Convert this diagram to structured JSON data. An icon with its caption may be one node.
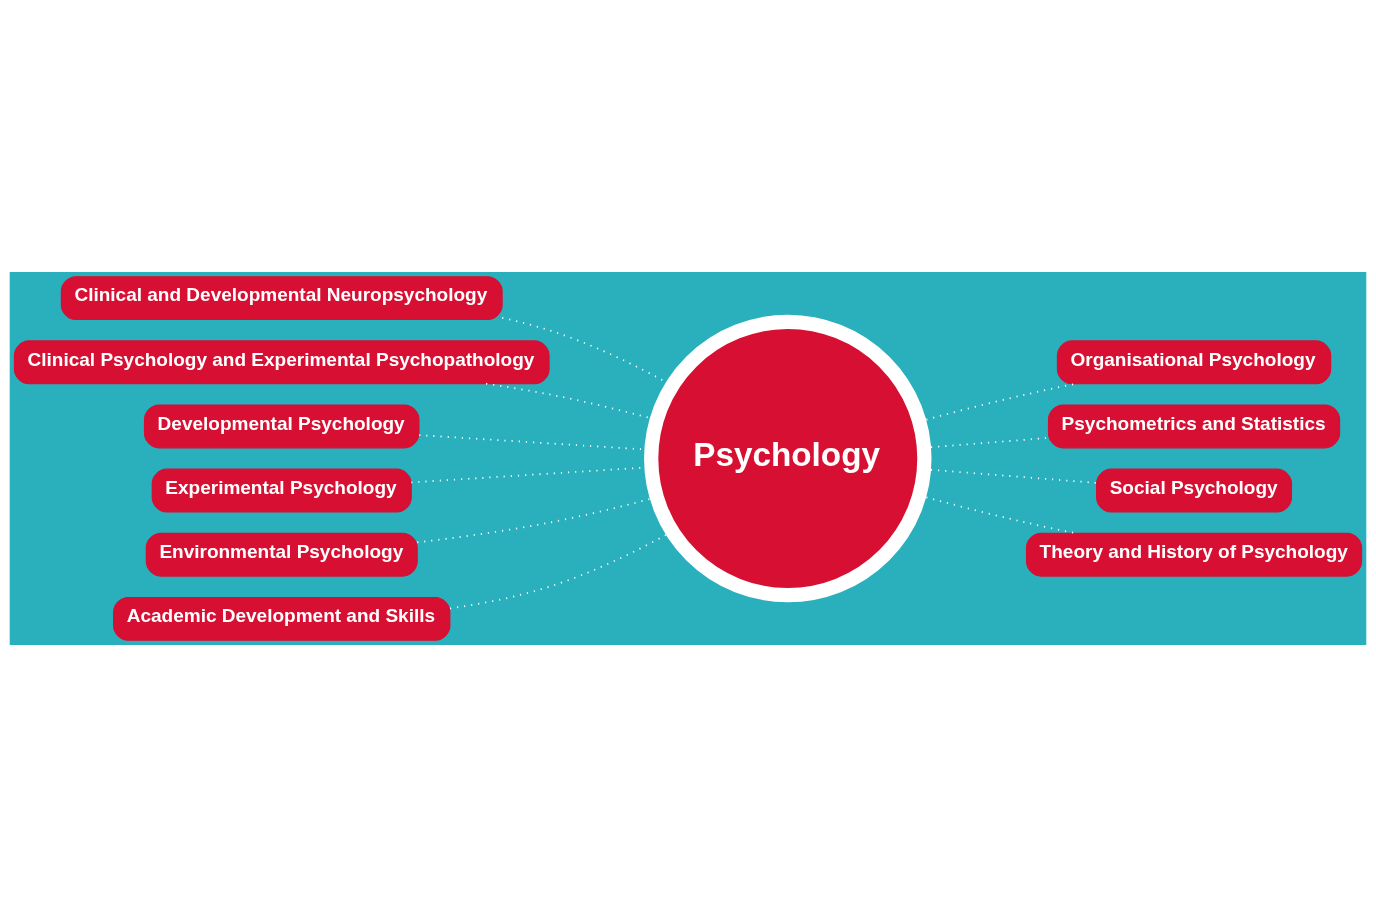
{
  "diagram": {
    "nodes": [
      {
        "text": [
          "Clinical and Developmental Neuropsychology"
        ]
      },
      {
        "text": [
          "Clinical Psychology and Experimental Psychopathology"
        ]
      },
      {
        "text": [
          "Developmental Psychology"
        ]
      },
      {
        "text": [
          "Experimental Psychology"
        ]
      },
      {
        "text": [
          "Environmental Psychology"
        ]
      },
      {
        "text": [
          "Academic Development and Skills"
        ]
      },
      {
        "text": [
          "Psychology"
        ]
      },
      {
        "text": [
          "Organisational Psychology"
        ]
      },
      {
        "text": [
          "Psychometrics and Statistics"
        ]
      },
      {
        "text": [
          "Social Psychology"
        ]
      },
      {
        "text": [
          "Theory and History of Psychology"
        ]
      }
    ],
    "edges": [
      {
        "from": 0,
        "to": 6,
        "arrow": "none",
        "style": "dashed"
      },
      {
        "from": 1,
        "to": 6,
        "arrow": "none",
        "style": "dashed"
      },
      {
        "from": 2,
        "to": 6,
        "arrow": "none",
        "style": "dashed"
      },
      {
        "from": 3,
        "to": 6,
        "arrow": "none",
        "style": "dashed"
      },
      {
        "from": 4,
        "to": 6,
        "arrow": "none",
        "style": "dashed"
      },
      {
        "from": 5,
        "to": 6,
        "arrow": "none",
        "style": "dashed"
      },
      {
        "from": 6,
        "to": 7,
        "arrow": "none",
        "style": "dashed"
      },
      {
        "from": 6,
        "to": 8,
        "arrow": "none",
        "style": "dashed"
      },
      {
        "from": 6,
        "to": 9,
        "arrow": "none",
        "style": "dashed"
      },
      {
        "from": 6,
        "to": 10,
        "arrow": "none",
        "style": "dashed"
      }
    ]
  }
}
